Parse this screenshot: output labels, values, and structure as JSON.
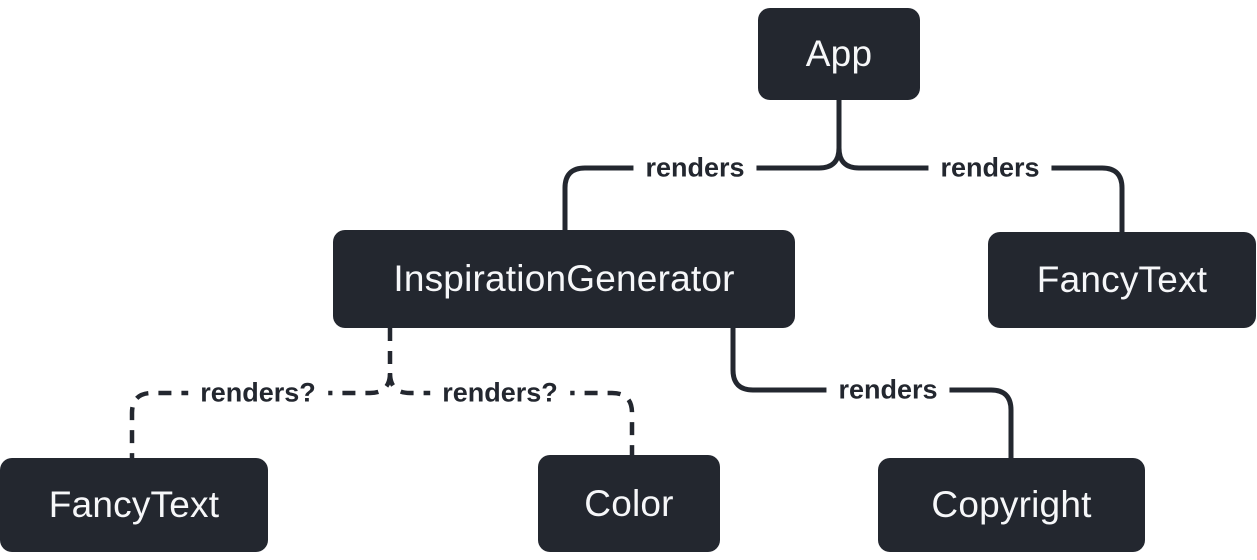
{
  "diagram": {
    "nodes": [
      {
        "id": "app",
        "label": "App"
      },
      {
        "id": "inspiration-generator",
        "label": "InspirationGenerator"
      },
      {
        "id": "fancy-text-top",
        "label": "FancyText"
      },
      {
        "id": "fancy-text-bottom",
        "label": "FancyText"
      },
      {
        "id": "color",
        "label": "Color"
      },
      {
        "id": "copyright",
        "label": "Copyright"
      }
    ],
    "edges": [
      {
        "from": "App",
        "to": "InspirationGenerator",
        "label": "renders",
        "style": "solid"
      },
      {
        "from": "App",
        "to": "FancyText",
        "label": "renders",
        "style": "solid"
      },
      {
        "from": "InspirationGenerator",
        "to": "FancyText",
        "label": "renders?",
        "style": "dashed"
      },
      {
        "from": "InspirationGenerator",
        "to": "Color",
        "label": "renders?",
        "style": "dashed"
      },
      {
        "from": "InspirationGenerator",
        "to": "Copyright",
        "label": "renders",
        "style": "solid"
      }
    ],
    "colors": {
      "node_fill": "#23272f",
      "node_text": "#f6f7f9",
      "edge": "#23272f",
      "label_text": "#23272f",
      "background": "#ffffff"
    }
  }
}
